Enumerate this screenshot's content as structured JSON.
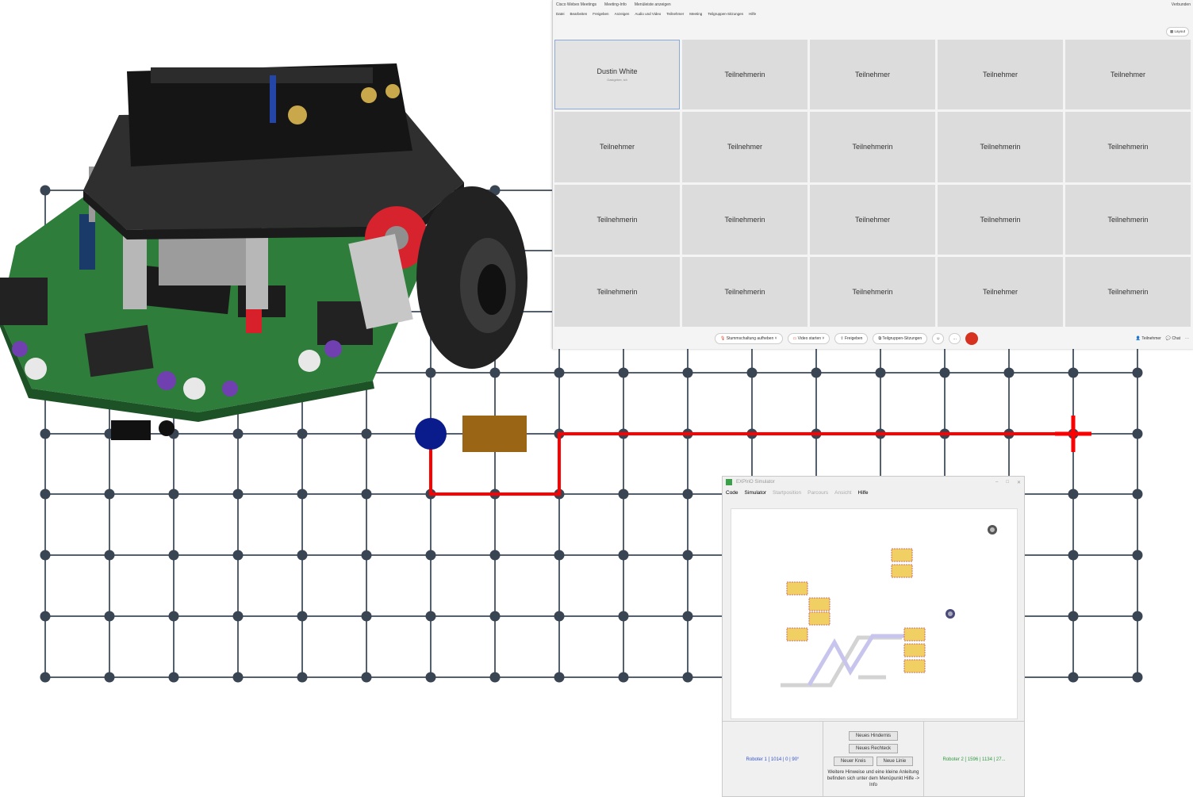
{
  "colors": {
    "grid_line": "#54606e",
    "grid_dot": "#3a4554",
    "path": "#ff0000",
    "robot_marker": "#0a1c8c",
    "obstacle": "#9a6514",
    "sim_obstacle": "#f0cf63",
    "end_call": "#d7311f"
  },
  "webex": {
    "title_items": [
      "Cisco Webex Meetings",
      "Meeting-Info",
      "Menüleiste anzeigen"
    ],
    "title_right": "Verbunden",
    "menu": [
      "Datei",
      "Bearbeiten",
      "Freigeben",
      "Anzeigen",
      "Audio und Video",
      "Teilnehmer",
      "Meeting",
      "Teilgruppen-Sitzungen",
      "Hilfe"
    ],
    "layout_label": "Layout",
    "tiles": [
      {
        "name": "Dustin White",
        "sub": "Gastgeber, ich"
      },
      {
        "name": "Teilnehmerin"
      },
      {
        "name": "Teilnehmer"
      },
      {
        "name": "Teilnehmer"
      },
      {
        "name": "Teilnehmer"
      },
      {
        "name": "Teilnehmer"
      },
      {
        "name": "Teilnehmer"
      },
      {
        "name": "Teilnehmerin"
      },
      {
        "name": "Teilnehmerin"
      },
      {
        "name": "Teilnehmerin"
      },
      {
        "name": "Teilnehmerin"
      },
      {
        "name": "Teilnehmerin"
      },
      {
        "name": "Teilnehmer"
      },
      {
        "name": "Teilnehmerin"
      },
      {
        "name": "Teilnehmerin"
      },
      {
        "name": "Teilnehmerin"
      },
      {
        "name": "Teilnehmerin"
      },
      {
        "name": "Teilnehmerin"
      },
      {
        "name": "Teilnehmer"
      },
      {
        "name": "Teilnehmerin"
      }
    ],
    "controls": {
      "unmute": "Stummschaltung aufheben",
      "video": "Video starten",
      "share": "Freigeben",
      "breakout": "Teilgruppen-Sitzungen",
      "participants": "Teilnehmer",
      "chat": "Chat"
    }
  },
  "simulator": {
    "title": "EXPIriO Simulator",
    "menu": [
      "Code",
      "Simulator",
      "Startposition",
      "Parcours",
      "Ansicht",
      "Hilfe"
    ],
    "menu_disabled": [
      false,
      false,
      true,
      true,
      true,
      false
    ],
    "robot1": "Roboter 1 [ 1014 | 0 | 90°",
    "robot2": "Roboter 2 [ 1596 | 1134 | 27...",
    "buttons": {
      "new_obstacle": "Neues Hindernis",
      "new_rect": "Neues Rechteck",
      "new_circle": "Neuer Kreis",
      "new_line": "Neue Linie"
    },
    "info": "Weitere Hinweise und eine kleine Anleitung befinden sich unter dem Menüpunkt Hilfe -> Info"
  }
}
